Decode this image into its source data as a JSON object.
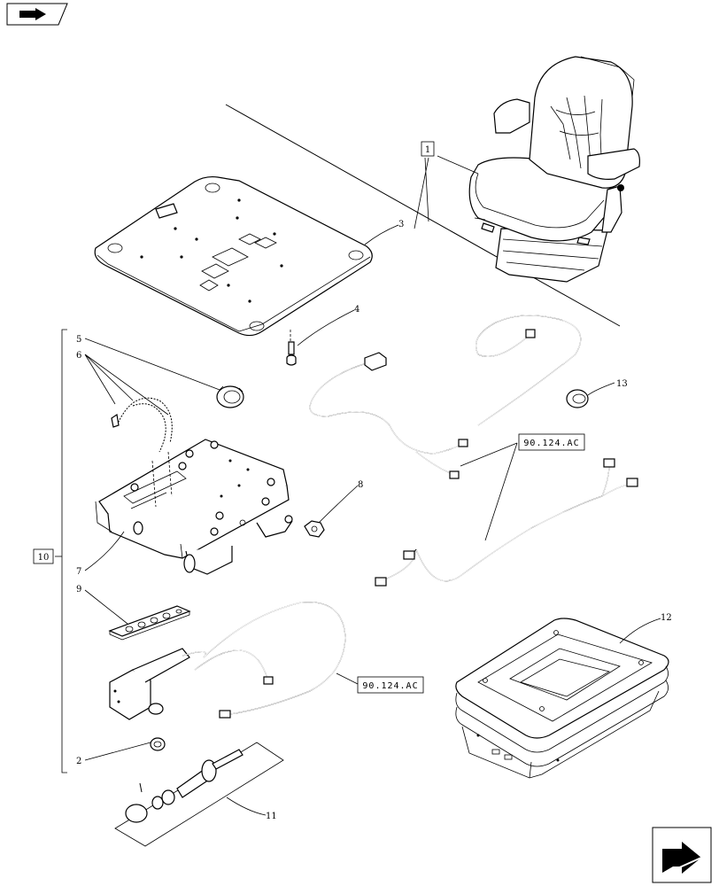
{
  "nav": {
    "top_icon": "book-arrow-icon",
    "bottom_icon": "next-page-arrow-icon"
  },
  "callouts": {
    "c1": "1",
    "c2": "2",
    "c3": "3",
    "c4": "4",
    "c5": "5",
    "c6": "6",
    "c7": "7",
    "c8": "8",
    "c9": "9",
    "c10": "10",
    "c11": "11",
    "c12": "12",
    "c13": "13"
  },
  "references": {
    "ref_a": "90.124.AC",
    "ref_b": "90.124.AC"
  }
}
